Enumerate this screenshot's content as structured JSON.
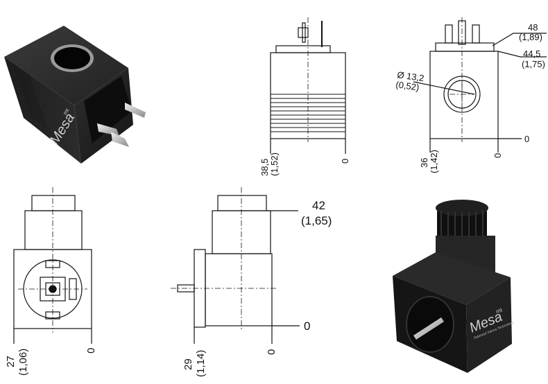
{
  "brand": {
    "sub": "mt",
    "name": "Mesa",
    "tagline": "Solenoid Valves Technology"
  },
  "top_front_view": {
    "dim_left_mm": "38,5",
    "dim_left_in": "(1,52)",
    "dim_right": "0"
  },
  "top_side_view": {
    "dim_top_mm": "48",
    "dim_top_in": "(1,89)",
    "dim_mid_mm": "44,5",
    "dim_mid_in": "(1,75)",
    "dim_diameter_mm": "Ø 13,2",
    "dim_diameter_in": "(0,52)",
    "dim_zero_right": "0",
    "dim_bottom_left_mm": "36",
    "dim_bottom_left_in": "(1,42)",
    "dim_bottom_zero": "0"
  },
  "bottom_front_view": {
    "dim_left_mm": "27",
    "dim_left_in": "(1,06)",
    "dim_right": "0"
  },
  "bottom_side_view": {
    "dim_top_mm": "42",
    "dim_top_in": "(1,65)",
    "dim_zero_right": "0",
    "dim_left_mm": "29",
    "dim_left_in": "(1,14)",
    "dim_bottom_zero": "0"
  },
  "colors": {
    "line": "#111111",
    "body": "#2b2b2b",
    "body_dark": "#1a1a1a",
    "metal": "#c8c8c8"
  }
}
